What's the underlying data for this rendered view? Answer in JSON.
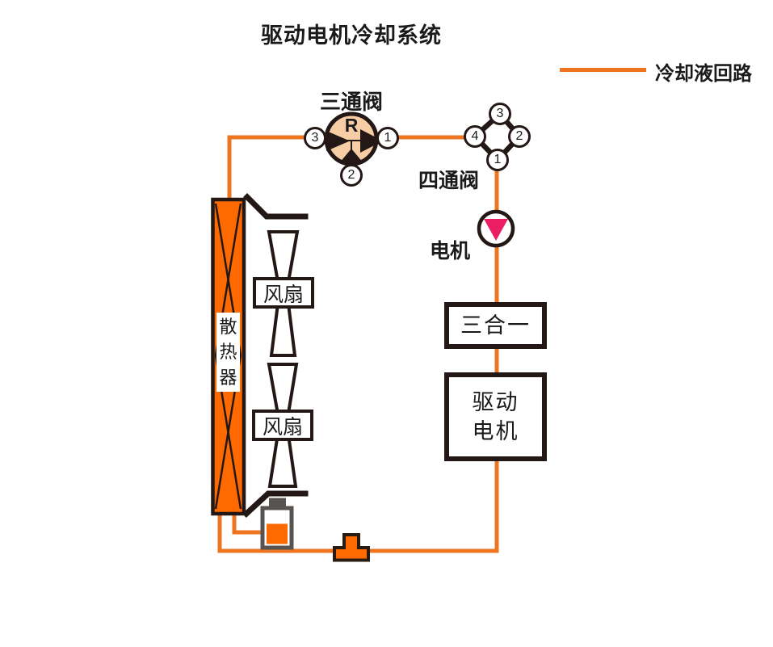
{
  "title": "驱动电机冷却系统",
  "legend": {
    "label": "冷却液回路"
  },
  "colors": {
    "circuit": "#ee7420",
    "component-fill": "#ff6a00",
    "valve-body": "#f7cda6",
    "pump-marker": "#ec1e63",
    "outline": "#231815",
    "reservoir": "#565350",
    "ink": "#1a1a1a"
  },
  "three_way_valve": {
    "label": "三通阀",
    "symbol": "R",
    "port_left": "3",
    "port_right": "1",
    "port_bottom": "2"
  },
  "four_way_valve": {
    "label": "四通阀",
    "port_top": "3",
    "port_left": "4",
    "port_right": "2",
    "port_bottom": "1"
  },
  "pump": {
    "label": "电机"
  },
  "three_in_one": {
    "label": "三合一"
  },
  "drive_motor": {
    "line1": "驱动",
    "line2": "电机"
  },
  "radiator": {
    "char1": "散",
    "char2": "热",
    "char3": "器"
  },
  "fans": {
    "fan1_label": "风扇",
    "fan2_label": "风扇"
  }
}
